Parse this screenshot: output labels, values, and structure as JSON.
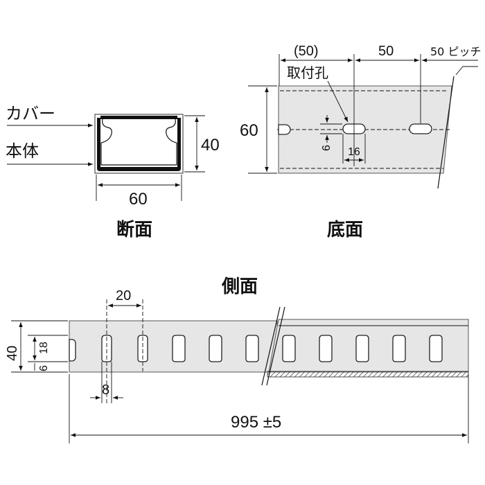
{
  "cross_section": {
    "title": "断面",
    "label_cover": "カバー",
    "label_body": "本体",
    "dim_width": "60",
    "dim_height": "40"
  },
  "bottom_view": {
    "title": "底面",
    "dim_first_pitch": "(50)",
    "dim_pitch": "50",
    "dim_pitch_note": "50 ピッチ",
    "label_mount_hole": "取付孔",
    "dim_width": "60",
    "dim_hole_width": "6",
    "dim_hole_length": "16"
  },
  "side_view": {
    "title": "側面",
    "dim_slot_pitch": "20",
    "dim_height": "40",
    "dim_slot_height": "18",
    "dim_bottom_offset": "6",
    "dim_slot_width": "8",
    "dim_length": "995 ±5"
  }
}
